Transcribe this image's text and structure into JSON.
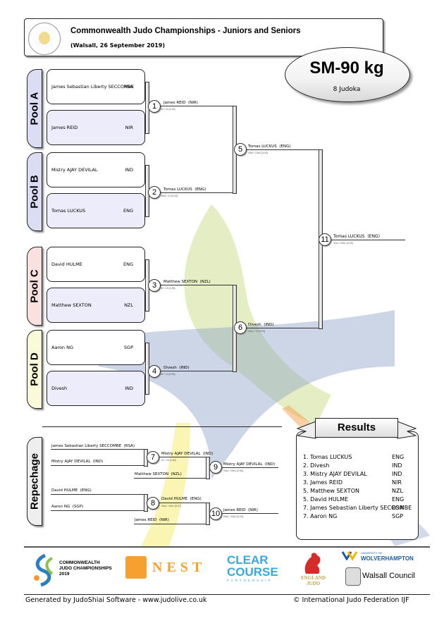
{
  "header": {
    "title": "Commonwealth Judo Championships - Juniors and Seniors",
    "subtitle": "(Walsall, 26 September 2019)",
    "logo": "Commonwealth Judo Association"
  },
  "category": {
    "name": "SM-90 kg",
    "count": "8 Judoka"
  },
  "pools": [
    {
      "label": "Pool A",
      "color": "#dcdcf5",
      "competitors": [
        {
          "name": "James Sebastian Liberty SECCOMBE",
          "country": "RSA"
        },
        {
          "name": "James REID",
          "country": "NIR"
        }
      ]
    },
    {
      "label": "Pool B",
      "color": "#dcdcf5",
      "competitors": [
        {
          "name": "Mistry AJAY DEVILAL",
          "country": "IND"
        },
        {
          "name": "Tomas LUCKUS",
          "country": "ENG"
        }
      ]
    },
    {
      "label": "Pool C",
      "color": "#fbe0e0",
      "competitors": [
        {
          "name": "David HULME",
          "country": "ENG"
        },
        {
          "name": "Matthew SEXTON",
          "country": "NZL"
        }
      ]
    },
    {
      "label": "Pool D",
      "color": "#fafad8",
      "competitors": [
        {
          "name": "Aaron NG",
          "country": "SGP"
        },
        {
          "name": "Divesh",
          "country": "IND"
        }
      ]
    }
  ],
  "matches": {
    "m1": {
      "num": "1",
      "winner": "James REID",
      "country": "(NIR)",
      "score": "00 / 10 [1:49]"
    },
    "m2": {
      "num": "2",
      "winner": "Tomas LUCKUS",
      "country": "(ENG)",
      "score": "00s2 / 11 [3:43]"
    },
    "m3": {
      "num": "3",
      "winner": "Matthew SEXTON",
      "country": "(NZL)",
      "score": "00 / 10 [1:59]"
    },
    "m4": {
      "num": "4",
      "winner": "Divesh",
      "country": "(IND)",
      "score": "00 / 10 [0:53]"
    },
    "m5": {
      "num": "5",
      "winner": "Tomas LUCKUS",
      "country": "(ENG)",
      "score": "00s2 / 01s2 [4:00]"
    },
    "m6": {
      "num": "6",
      "winner": "Divesh",
      "country": "(IND)",
      "score": "00s1 / 10 [3:00]"
    },
    "m11": {
      "num": "11",
      "winner": "Tomas LUCKUS",
      "country": "(ENG)",
      "score": "11s1 / 00s1 [3:49]"
    },
    "m7": {
      "num": "7",
      "winner": "Mistry AJAY DEVILAL",
      "country": "(IND)",
      "score": "01 / 10 [1:49]"
    },
    "m8": {
      "num": "8",
      "winner": "David HULME",
      "country": "(ENG)",
      "score": "00s1 / 00s1 [3:07]"
    },
    "m9": {
      "num": "9",
      "winner": "Mistry AJAY DEVILAL",
      "country": "(IND)",
      "score": "10s1 / 00s1 [2:40]"
    },
    "m10": {
      "num": "10",
      "winner": "James REID",
      "country": "(NIR)",
      "score": "00s1 / 10s1 [3:13]"
    }
  },
  "repechage": {
    "label": "Repechage",
    "entries": [
      {
        "name": "James Sebastian Liberty SECCOMBE",
        "country": "(RSA)"
      },
      {
        "name": "Mistry AJAY DEVILAL",
        "country": "(IND)"
      },
      {
        "name": "Matthew SEXTON",
        "country": "(NZL)"
      },
      {
        "name": "David HULME",
        "country": "(ENG)"
      },
      {
        "name": "Aaron NG",
        "country": "(SGP)"
      },
      {
        "name": "James REID",
        "country": "(NIR)"
      }
    ]
  },
  "results": {
    "title": "Results",
    "rows": [
      {
        "place": "1. Tomas LUCKUS",
        "country": "ENG"
      },
      {
        "place": "2. Divesh",
        "country": "IND"
      },
      {
        "place": "3. Mistry AJAY DEVILAL",
        "country": "IND"
      },
      {
        "place": "3. James REID",
        "country": "NIR"
      },
      {
        "place": "5. Matthew SEXTON",
        "country": "NZL"
      },
      {
        "place": "5. David HULME",
        "country": "ENG"
      },
      {
        "place": "7. James Sebastian Liberty SECCOMBE",
        "country": "RSA"
      },
      {
        "place": "7. Aaron NG",
        "country": "SGP"
      }
    ]
  },
  "sponsors": {
    "cwg": [
      "COMMONWEALTH",
      "JUDO CHAMPIONSHIPS",
      "2019"
    ],
    "nest": "NEST",
    "clear": [
      "CLEAR",
      "COURSE",
      "PARTNERSHIP"
    ],
    "england": [
      "ENGLAND",
      "JUDO"
    ],
    "wolves": [
      "UNIVERSITY OF",
      "WOLVERHAMPTON"
    ],
    "walsall": "Walsall Council"
  },
  "footer": {
    "generated": "Generated by JudoShiai Software - www.judolive.co.uk",
    "copyright": "© International Judo Federation IJF"
  }
}
